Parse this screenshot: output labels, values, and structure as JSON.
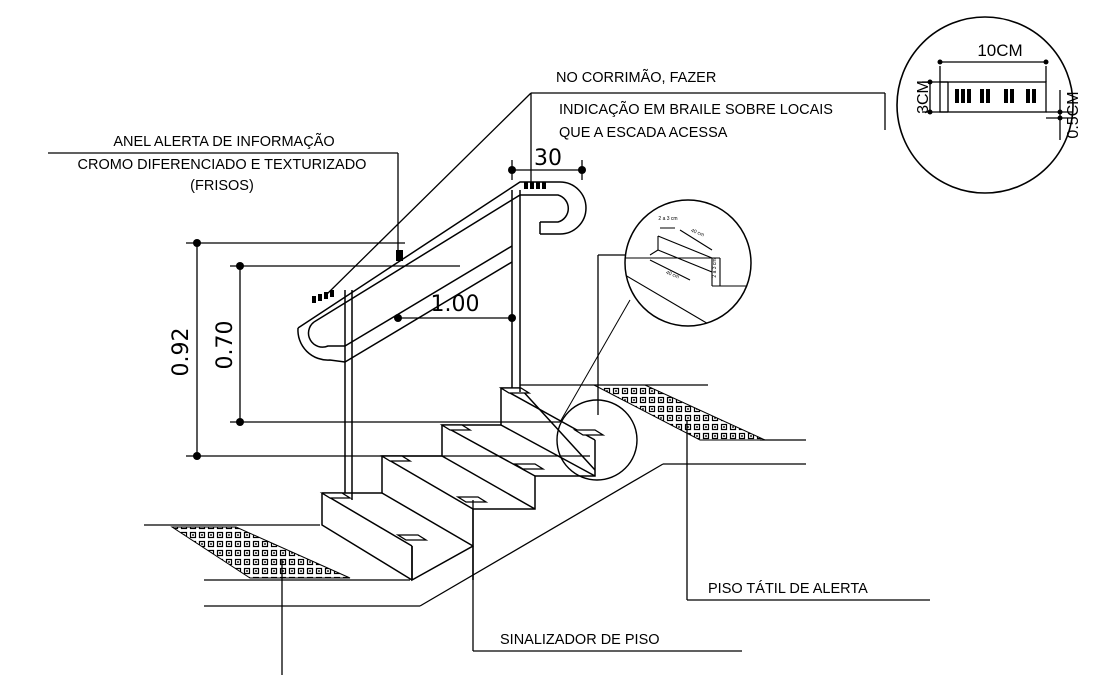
{
  "labels": {
    "anel_line1": "ANEL ALERTA DE INFORMAÇÃO",
    "anel_line2": "CROMO DIFERENCIADO E TEXTURIZADO",
    "anel_line3": "(FRISOS)",
    "corrimao_line1": "NO CORRIMÃO, FAZER",
    "corrimao_line2": "INDICAÇÃO EM BRAILE SOBRE LOCAIS",
    "corrimao_line3": "QUE A ESCADA ACESSA",
    "piso_tatil": "PISO TÁTIL DE ALERTA",
    "sinalizador": "SINALIZADOR DE PISO"
  },
  "dimensions": {
    "height_092": "0.92",
    "height_070": "0.70",
    "width_100": "1.00",
    "gap_30": "30"
  },
  "detail_braille": {
    "width": "10CM",
    "height": "3CM",
    "offset": "0.5CM"
  },
  "detail_step": {
    "depth_top": "2 a 3 cm",
    "length_top": "40 cm",
    "length_bottom": "40 cm",
    "depth_side": "2 a 3 cm"
  }
}
